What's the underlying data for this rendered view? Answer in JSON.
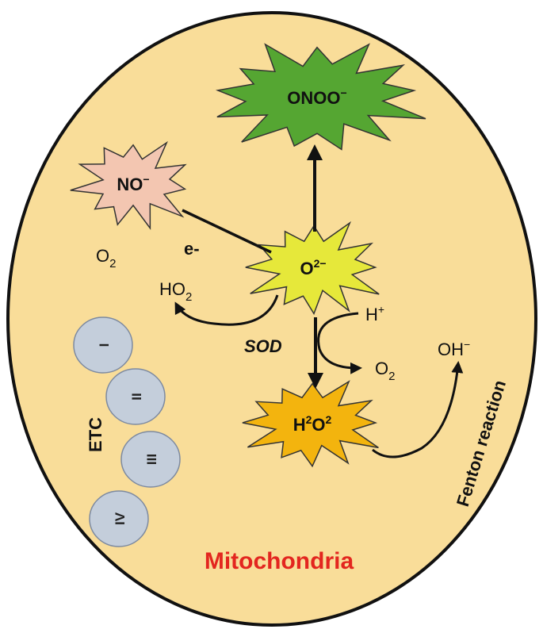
{
  "labels": {
    "onoo": "ONOO",
    "onoo_charge": "−",
    "no": "NO",
    "no_charge": "−",
    "superoxide_base": "O",
    "superoxide_charge": "2−",
    "peroxide_h": "H",
    "peroxide_sup1": "2",
    "peroxide_o": "O",
    "peroxide_sup2": "2",
    "o2_left_base": "O",
    "o2_left_sub": "2",
    "electron": "e-",
    "ho2_base": "HO",
    "ho2_sub": "2",
    "h_plus_base": "H",
    "h_plus_sup": "+",
    "sod": "SOD",
    "o2_right_base": "O",
    "o2_right_sub": "2",
    "oh_base": "OH",
    "oh_sup": "−",
    "fenton": "Fenton reaction",
    "etc": "ETC",
    "complex_1": "I",
    "complex_2": "II",
    "complex_3": "III",
    "complex_4": "IV",
    "mitochondria": "Mitochondria"
  },
  "colors": {
    "mitochondrion_fill": "#f9dd99",
    "onoo_star": "#55a632",
    "no_star": "#f3c6b1",
    "superoxide_star": "#e6e83a",
    "peroxide_star": "#f3b40e",
    "complex_fill": "#c4cedb",
    "title_red": "#e3261f"
  }
}
